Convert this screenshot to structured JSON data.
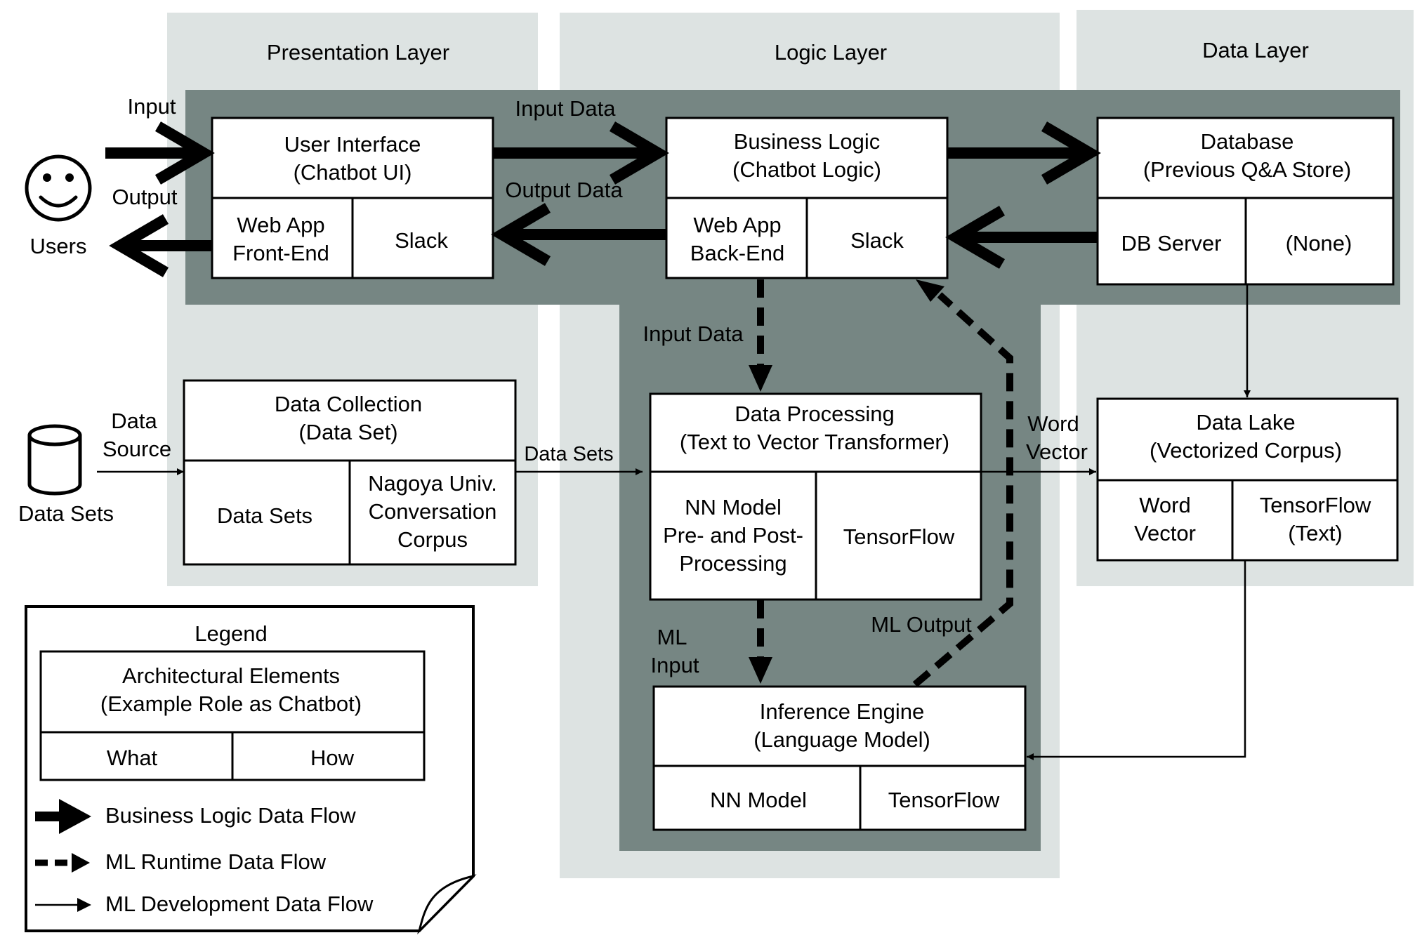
{
  "layers": {
    "presentation": "Presentation Layer",
    "logic": "Logic Layer",
    "data": "Data Layer"
  },
  "actors": {
    "users": "Users",
    "data_sets": "Data Sets"
  },
  "flows": {
    "input": "Input",
    "output": "Output",
    "input_data_top": "Input Data",
    "output_data": "Output Data",
    "input_data_mid": "Input Data",
    "data_source_1": "Data",
    "data_source_2": "Source",
    "data_sets": "Data Sets",
    "word_1": "Word",
    "vector_1": "Vector",
    "ml_output": "ML Output",
    "ml_1": "ML",
    "input_1": "Input"
  },
  "boxes": {
    "user_interface": {
      "title1": "User Interface",
      "title2": "(Chatbot UI)",
      "what1": "Web App",
      "what2": "Front-End",
      "how": "Slack"
    },
    "business_logic": {
      "title1": "Business Logic",
      "title2": "(Chatbot Logic)",
      "what1": "Web App",
      "what2": "Back-End",
      "how": "Slack"
    },
    "database": {
      "title1": "Database",
      "title2": "(Previous Q&A Store)",
      "what": "DB Server",
      "how": "(None)"
    },
    "data_collection": {
      "title1": "Data Collection",
      "title2": "(Data Set)",
      "what": "Data Sets",
      "how1": "Nagoya Univ.",
      "how2": "Conversation",
      "how3": "Corpus"
    },
    "data_processing": {
      "title1": "Data Processing",
      "title2": "(Text to Vector Transformer)",
      "what1": "NN Model",
      "what2": "Pre- and Post-",
      "what3": "Processing",
      "how": "TensorFlow"
    },
    "data_lake": {
      "title1": "Data Lake",
      "title2": "(Vectorized Corpus)",
      "what1": "Word",
      "what2": "Vector",
      "how1": "TensorFlow",
      "how2": "(Text)"
    },
    "inference_engine": {
      "title1": "Inference Engine",
      "title2": "(Language Model)",
      "what": "NN Model",
      "how": "TensorFlow"
    }
  },
  "legend": {
    "title": "Legend",
    "elem1": "Architectural Elements",
    "elem2": "(Example Role as Chatbot)",
    "what": "What",
    "how": "How",
    "business": "Business Logic Data Flow",
    "runtime": "ML Runtime Data Flow",
    "development": "ML Development Data Flow"
  },
  "colors": {
    "layer_band": "#dde3e2",
    "dark_band": "#768683",
    "box_fill": "#ffffff",
    "stroke": "#000000"
  }
}
